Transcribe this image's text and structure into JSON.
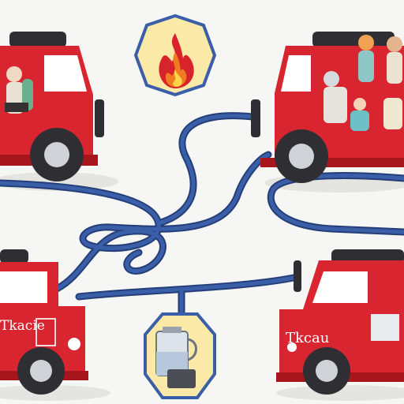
{
  "trucks": [
    {
      "position": "top-left",
      "label": ""
    },
    {
      "position": "top-right",
      "label": ""
    },
    {
      "position": "bottom-left",
      "label": "Tkacie"
    },
    {
      "position": "bottom-right",
      "label": "Tkcau"
    }
  ],
  "badges": [
    {
      "position": "top-center",
      "icon": "flame-icon"
    },
    {
      "position": "bottom-center",
      "icon": "water-jug-icon"
    }
  ],
  "colors": {
    "background": "#f6f6f4",
    "truck_red": "#d9252f",
    "truck_dark_red": "#a8161d",
    "hose_blue": "#3a5ea8",
    "hose_dark": "#243f78",
    "badge_yellow": "#fbe9a8",
    "badge_outline": "#3a5ea8",
    "flame_orange": "#f07c22",
    "flame_red": "#d8232a",
    "flame_yellow": "#ffd34a",
    "tire": "#2f2f33",
    "hub": "#cfd2d6",
    "window": "#ffffff"
  }
}
